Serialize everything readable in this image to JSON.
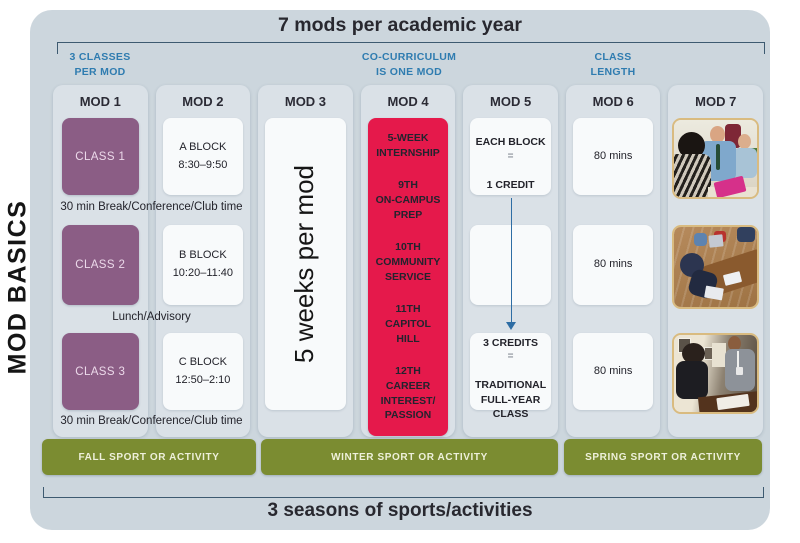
{
  "title": "7 mods per academic year",
  "side_label": "MOD BASICS",
  "footer": "3 seasons of sports/activities",
  "top_annotations": {
    "classes_per_mod": "3 CLASSES\nPER MOD",
    "co_curriculum": "CO-CURRICULUM\nIS ONE MOD",
    "class_length": "CLASS\nLENGTH"
  },
  "columns": [
    {
      "header": "MOD 1"
    },
    {
      "header": "MOD 2"
    },
    {
      "header": "MOD 3"
    },
    {
      "header": "MOD 4"
    },
    {
      "header": "MOD 5"
    },
    {
      "header": "MOD 6"
    },
    {
      "header": "MOD 7"
    }
  ],
  "mod1": {
    "classes": [
      "CLASS 1",
      "CLASS 2",
      "CLASS 3"
    ]
  },
  "schedule_notes": [
    "30 min Break/Conference/Club time",
    "Lunch/Advisory",
    "30 min Break/Conference/Club time"
  ],
  "mod2": {
    "blocks": [
      "A BLOCK\n8:30–9:50",
      "B BLOCK\n10:20–11:40",
      "C BLOCK\n12:50–2:10"
    ]
  },
  "mod3": {
    "label": "5 weeks per mod"
  },
  "mod4": {
    "items": [
      "5-WEEK\nINTERNSHIP",
      "9TH\nON-CAMPUS\nPREP",
      "10TH\nCOMMUNITY\nSERVICE",
      "11TH\nCAPITOL\nHILL",
      "12TH\nCAREER\nINTEREST/\nPASSION"
    ]
  },
  "mod5": {
    "top": {
      "line1": "EACH BLOCK",
      "eq": "=",
      "line2": "1 CREDIT"
    },
    "bottom": {
      "line1": "3 CREDITS",
      "eq": "=",
      "line2": "TRADITIONAL\nFULL-YEAR\nCLASS"
    }
  },
  "mod6": {
    "durations": [
      "80 mins",
      "80 mins",
      "80 mins"
    ]
  },
  "mod7": {
    "photos": [
      "students-with-teacher-photo",
      "classroom-laptops-photo",
      "student-teacher-discussion-photo"
    ]
  },
  "sports": [
    "FALL SPORT OR ACTIVITY",
    "WINTER SPORT OR ACTIVITY",
    "SPRING SPORT OR ACTIVITY"
  ],
  "colors": {
    "card_bg": "#ccd6dd",
    "column_bg": "#dae1e7",
    "box_bg": "#f8fafb",
    "purple": "#8b5d85",
    "red": "#e5194b",
    "green": "#7b8c31",
    "accent_blue": "#2f7cb0",
    "bracket": "#3d5a70",
    "arrow_blue": "#2e6da4"
  }
}
